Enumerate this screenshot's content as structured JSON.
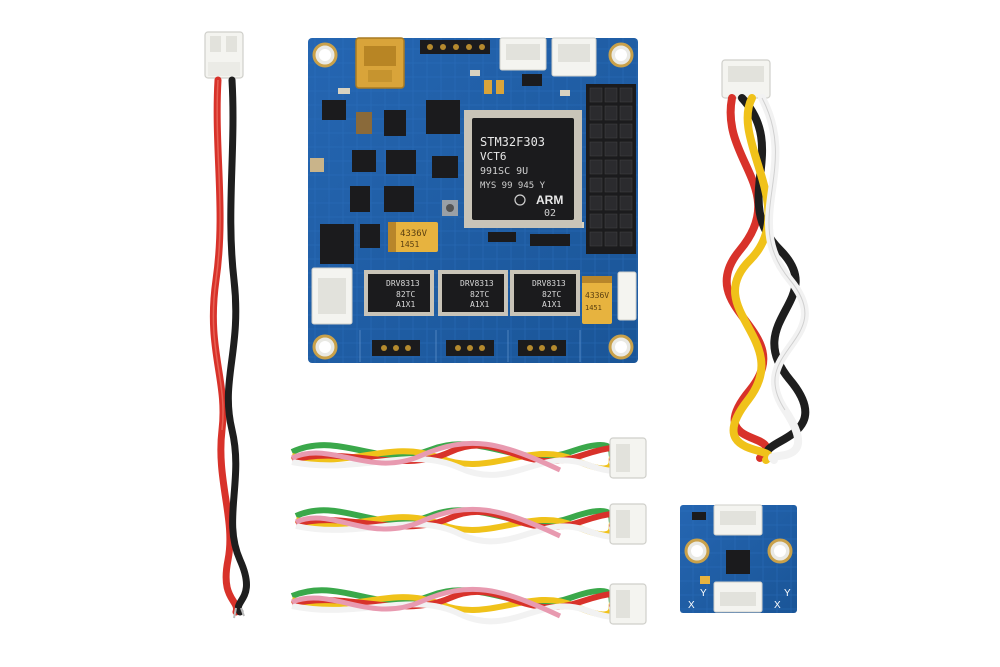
{
  "colors": {
    "background": "#ffffff",
    "pcb_blue": "#1f5fa8",
    "pcb_dark": "#184c8a",
    "chip_black": "#1b1b1d",
    "gold": "#d9a43a",
    "tantalum": "#e7b33f",
    "wire_red": "#d8322a",
    "wire_black": "#1e1e1e",
    "wire_yellow": "#f0c21a",
    "wire_white": "#f2f2f2",
    "wire_green": "#3aa84a",
    "wire_pink": "#e89ab0",
    "connector_white": "#f4f4f0"
  },
  "main_board": {
    "mcu": {
      "line1": "STM32F303",
      "line2": "VCT6",
      "line3": "991SC 9U",
      "line4": "MYS 99 945 Y",
      "brand": "ARM",
      "suffix": "02"
    },
    "capacitors": [
      {
        "line1": "4336V",
        "line2": "1451"
      },
      {
        "line1": "4336V",
        "line2": "1451"
      }
    ],
    "drivers": [
      {
        "line1": "DRV8313",
        "line2": "82TC",
        "line3": "A1X1"
      },
      {
        "line1": "DRV8313",
        "line2": "82TC",
        "line3": "A1X1"
      },
      {
        "line1": "DRV8313",
        "line2": "82TC",
        "line3": "A1X1"
      }
    ]
  },
  "imu_board": {
    "axis_labels": [
      "X",
      "Y",
      "X",
      "Y"
    ]
  },
  "items": [
    "power-cable",
    "main-controller-board",
    "twisted-sensor-cable",
    "six-pin-cable-1",
    "six-pin-cable-2",
    "six-pin-cable-3",
    "imu-sensor-board"
  ]
}
